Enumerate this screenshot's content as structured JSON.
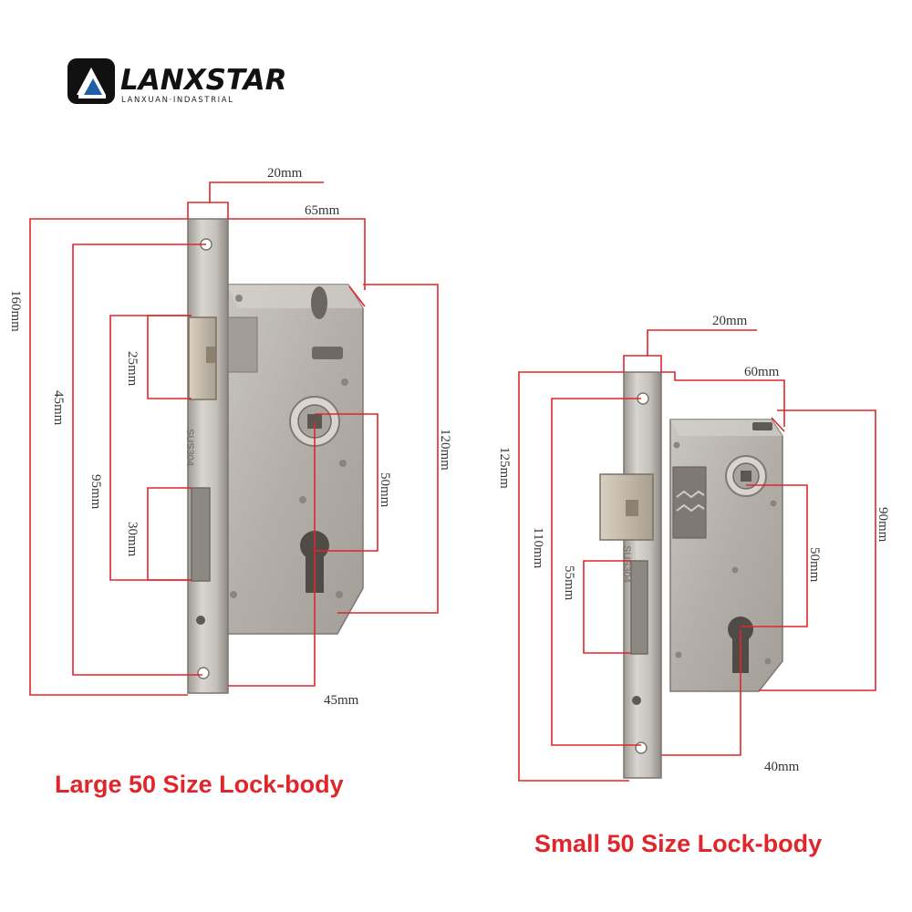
{
  "brand": {
    "name": "LANXSTAR",
    "tagline": "LANXUAN·INDASTRIAL",
    "logo_icon": "lanxstar-logo-icon"
  },
  "colors": {
    "dimension_red": "#e0262b",
    "caption_red": "#e0262b",
    "steel": "#b9b4ae"
  },
  "large_lock": {
    "caption": "Large 50 Size Lock-body",
    "stamp": "SUS304",
    "dimensions": {
      "faceplate_width": "20mm",
      "case_depth": "65mm",
      "total_height": "160mm",
      "screw_spacing": "45mm",
      "latch_height": "25mm",
      "latch_to_bolt": "95mm",
      "bolt_height": "30mm",
      "case_height": "120mm",
      "spindle_to_cylinder": "50mm",
      "backset": "45mm"
    }
  },
  "small_lock": {
    "caption": "Small 50 Size Lock-body",
    "stamp": "SUS304",
    "dimensions": {
      "faceplate_width": "20mm",
      "case_depth": "60mm",
      "total_height": "125mm",
      "screw_spacing": "110mm",
      "bolt_height": "55mm",
      "case_height": "90mm",
      "spindle_to_cylinder": "50mm",
      "backset": "40mm"
    }
  }
}
